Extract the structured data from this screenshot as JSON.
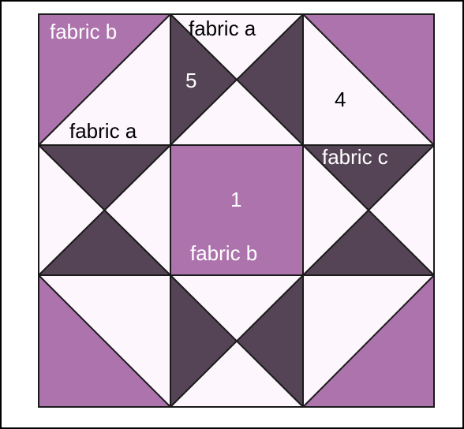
{
  "colors": {
    "fabric_a": "#fdf6fd",
    "fabric_b": "#ad73ad",
    "fabric_c": "#554455",
    "seam": "#1a1a1a",
    "frame": "#000000"
  },
  "labels": {
    "top_left_fabric_b": "fabric b",
    "top_left_fabric_a": "fabric a",
    "top_middle_fabric_a": "fabric a",
    "patch_5": "5",
    "patch_4": "4",
    "center_patch_1": "1",
    "center_fabric_b": "fabric b",
    "right_fabric_c": "fabric c"
  }
}
